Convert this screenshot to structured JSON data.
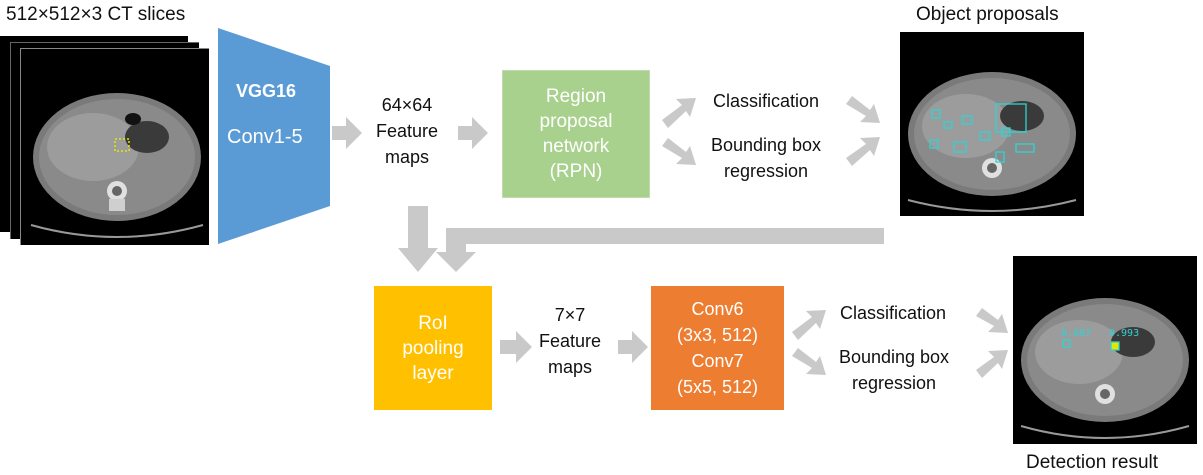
{
  "input": {
    "title": "512×512×3 CT slices"
  },
  "vgg": {
    "name": "VGG16",
    "layers": "Conv1-5"
  },
  "feature_maps_1": {
    "size": "64×64",
    "line1": "Feature",
    "line2": "maps"
  },
  "rpn": {
    "line1": "Region",
    "line2": "proposal",
    "line3": "network",
    "line4": "(RPN)"
  },
  "rpn_outputs": {
    "classification": "Classification",
    "bbox_line1": "Bounding box",
    "bbox_line2": "regression"
  },
  "proposals": {
    "title": "Object proposals"
  },
  "roi": {
    "line1": "RoI",
    "line2": "pooling",
    "line3": "layer"
  },
  "feature_maps_2": {
    "size": "7×7",
    "line1": "Feature",
    "line2": "maps"
  },
  "conv": {
    "line1": "Conv6",
    "line2": "(3x3, 512)",
    "line3": "Conv7",
    "line4": "(5x5, 512)"
  },
  "det_outputs": {
    "classification": "Classification",
    "bbox_line1": "Bounding box",
    "bbox_line2": "regression"
  },
  "detection": {
    "title": "Detection result",
    "score1": "0.687",
    "score2": "0.993"
  },
  "colors": {
    "vgg": "#5b9bd5",
    "rpn": "#a9d18e",
    "roi": "#ffc000",
    "conv": "#ed7d31",
    "arrow": "#c9c9c9",
    "box": "#2fd3d3",
    "lesion": "#e6e600"
  }
}
